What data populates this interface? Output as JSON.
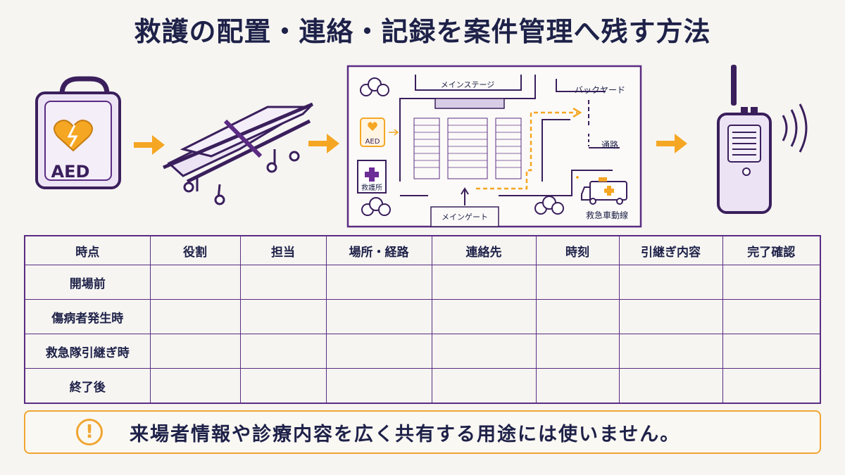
{
  "title": "救護の配置・連絡・記録を案件管理へ残す方法",
  "flow": {
    "aed_label": "AED",
    "map": {
      "stage": "メインステージ",
      "backyard": "バックヤード",
      "aed": "AED",
      "aid_station": "救護所",
      "passage": "通路",
      "main_gate": "メインゲート",
      "ambulance_route": "救急車動線"
    }
  },
  "table": {
    "headers": [
      "時点",
      "役割",
      "担当",
      "場所・経路",
      "連絡先",
      "時刻",
      "引継ぎ内容",
      "完了確認"
    ],
    "rows": [
      "開場前",
      "傷病者発生時",
      "救急隊引継ぎ時",
      "終了後"
    ]
  },
  "notice": {
    "icon": "!",
    "text": "来場者情報や診療内容を広く共有する用途には使いません。"
  },
  "colors": {
    "accent": "#5b2c83",
    "arrow": "#f5a623",
    "text": "#1e2148"
  }
}
